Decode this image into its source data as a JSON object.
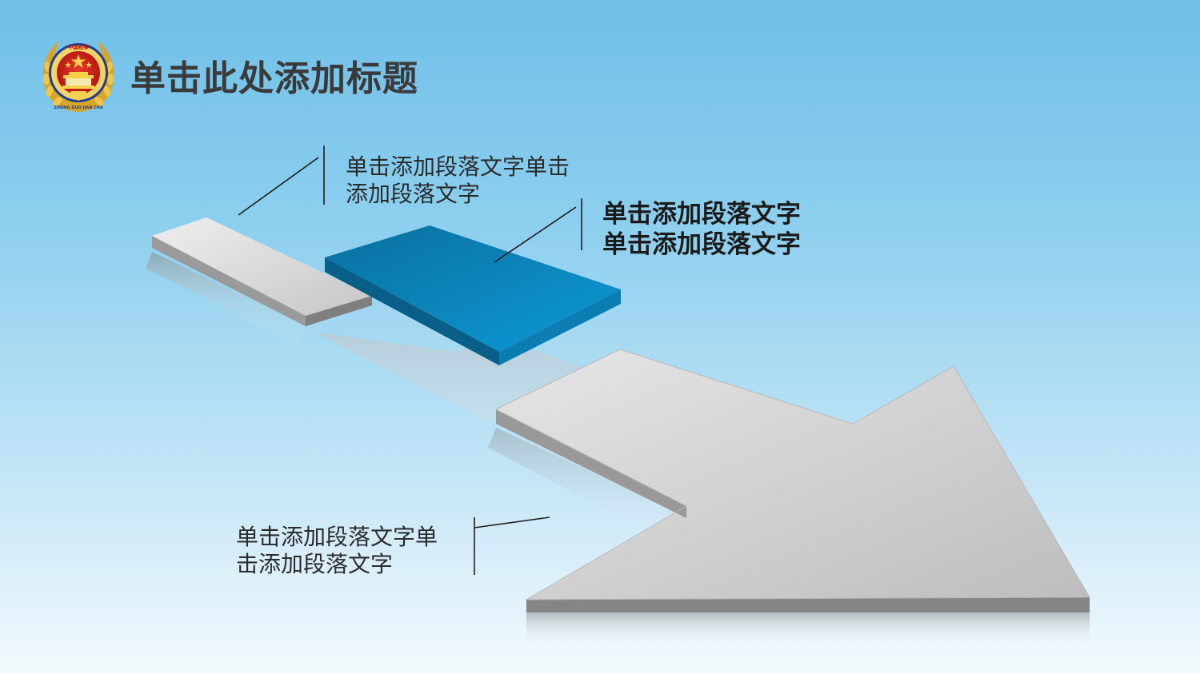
{
  "title": "单击此处添加标题",
  "emblem": {
    "top_text": "中国检察",
    "bottom_text": "ZHONG GUO JIAN CHA",
    "icon": "procuratorate-emblem-icon"
  },
  "text_blocks": {
    "top": {
      "line1": "单击添加段落文字单击",
      "line2": "添加段落文字"
    },
    "middle": {
      "line1": "单击添加段落文字",
      "line2": "单击添加段落文字"
    },
    "bottom": {
      "line1": "单击添加段落文字单",
      "line2": "击添加段落文字"
    }
  },
  "colors": {
    "background_top": "#6fbfe8",
    "step_gray": "#d3d3d3",
    "step_blue": "#0a86bf",
    "title": "#3a3a3a"
  }
}
